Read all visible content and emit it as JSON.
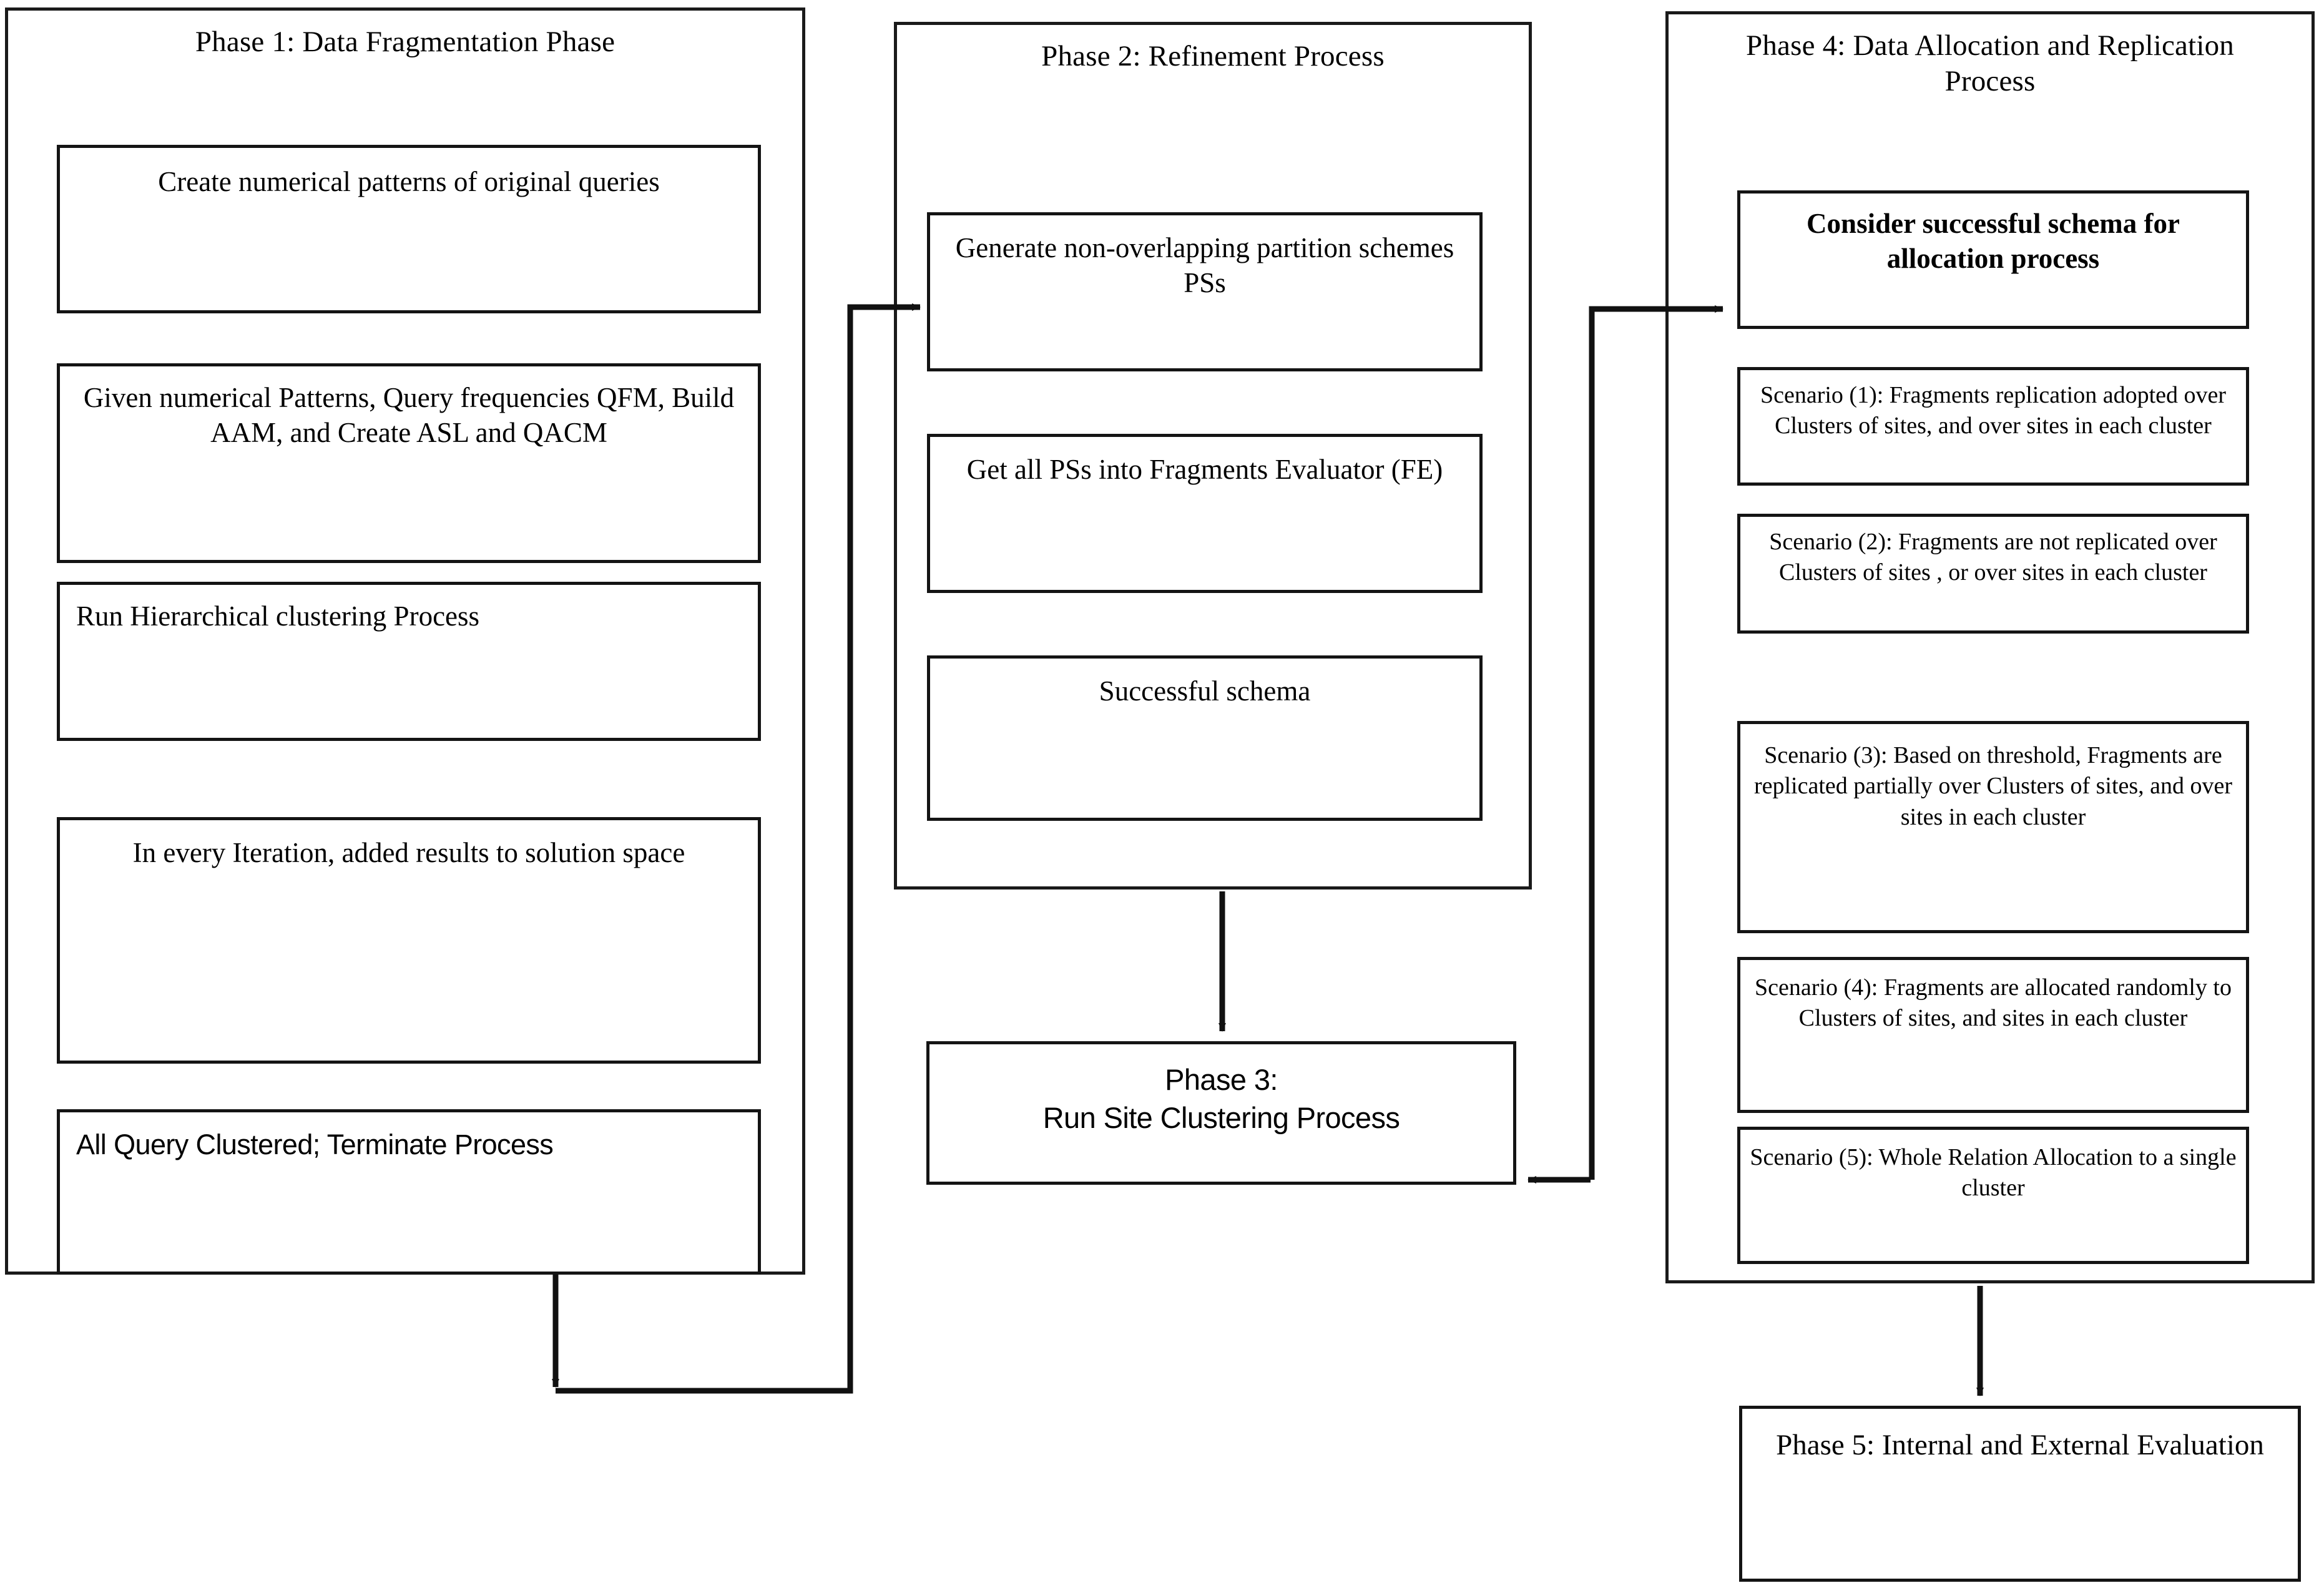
{
  "diagram": {
    "title_text": "",
    "phases": [
      {
        "id": "phase1",
        "header": "Phase 1: Data Fragmentation Phase",
        "steps": [
          {
            "label": "Create numerical patterns of original queries",
            "style": "serif"
          },
          {
            "label": "Given numerical Patterns, Query frequencies QFM, Build AAM, and Create  ASL and QACM",
            "style": "serif"
          },
          {
            "label": "Run Hierarchical clustering Process",
            "style": "serif"
          },
          {
            "label": "In every Iteration, added results to solution space",
            "style": "serif"
          },
          {
            "label": "All Query Clustered; Terminate Process",
            "style": "sans-condensed"
          }
        ]
      },
      {
        "id": "phase2",
        "header": "Phase 2: Refinement Process",
        "steps": [
          {
            "label": "Generate non-overlapping partition schemes PSs",
            "style": "serif"
          },
          {
            "label": "Get all PSs into Fragments Evaluator (FE)",
            "style": "serif"
          },
          {
            "label": "Successful schema",
            "style": "serif"
          }
        ]
      },
      {
        "id": "phase4",
        "header": "Phase 4: Data Allocation and Replication Process",
        "steps": [
          {
            "label": "Consider successful schema for allocation process",
            "style": "serif"
          },
          {
            "label": "Scenario (1): Fragments replication adopted over Clusters of sites, and over sites in each cluster",
            "style": "serif-small"
          },
          {
            "label": "Scenario (2): Fragments are not replicated over Clusters of sites , or over sites in each cluster",
            "style": "serif-small"
          },
          {
            "label": "Scenario (3): Based on threshold, Fragments are  replicated partially over Clusters of sites, and over sites in each cluster",
            "style": "serif-small"
          },
          {
            "label": "Scenario (4): Fragments are allocated randomly to Clusters of sites, and sites in each cluster",
            "style": "serif-small"
          },
          {
            "label": "Scenario (5): Whole Relation Allocation to a single cluster",
            "style": "serif-small"
          }
        ]
      }
    ],
    "standalone_boxes": [
      {
        "id": "phase3",
        "line1": "Phase 3:",
        "line2": "Run Site Clustering Process",
        "style": "sans-condensed"
      },
      {
        "id": "phase5",
        "label": "Phase 5: Internal and External Evaluation",
        "style": "serif"
      }
    ],
    "connectors": [
      {
        "name": "phase1-to-phase2",
        "from": "Phase 1 (bottom)",
        "to": "Phase 2 first step (left)",
        "arrowheads": 2
      },
      {
        "name": "phase2-to-phase3",
        "from": "Phase 2 (bottom)",
        "to": "Phase 3 (top)",
        "arrowheads": 1
      },
      {
        "name": "phase3-to-phase4",
        "from": "Phase 3 (right)",
        "to": "Phase 4 first step (left)",
        "arrowheads": 2
      },
      {
        "name": "phase4-to-phase5",
        "from": "Phase 4 (bottom)",
        "to": "Phase 5 (top)",
        "arrowheads": 1
      }
    ],
    "colors": {
      "stroke": "#141414",
      "background": "#ffffff",
      "text": "#000000"
    }
  }
}
